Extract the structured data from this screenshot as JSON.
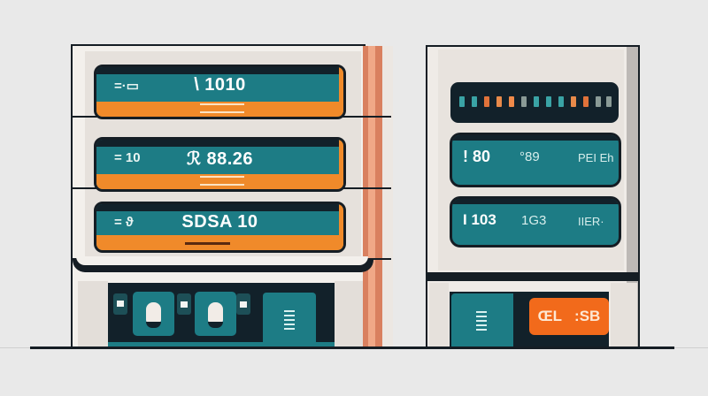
{
  "left_unit": {
    "panels": [
      {
        "label": "=·▭",
        "value": "\\ 1010"
      },
      {
        "label": "= 10",
        "value": "ℛ 88.26"
      },
      {
        "label": "= ϑ",
        "value": "SDSA 10"
      }
    ],
    "base": {
      "switch_count": 2,
      "indicator_count": 3
    }
  },
  "right_unit": {
    "led_segments": [
      "#3aa3a5",
      "#3aa3a5",
      "#e0723a",
      "#e88a4a",
      "#f08a4a",
      "#8a9a96",
      "#3aa3a5",
      "#3aa3a5",
      "#3aa3a5",
      "#e88a4a",
      "#e0723a",
      "#8a9a96",
      "#8a9a96"
    ],
    "panels": [
      {
        "left": "! 80",
        "middle": "°89",
        "right": "PEI Eh"
      },
      {
        "left": "I 103",
        "middle": "1G3",
        "right": "IIER·"
      }
    ],
    "display": {
      "left": "ŒL",
      "right": ":SB"
    }
  },
  "colors": {
    "teal": "#1d7c85",
    "orange": "#f08a2a",
    "dark": "#12212a",
    "copper": "#d9805f",
    "background": "#e9e9e9"
  }
}
